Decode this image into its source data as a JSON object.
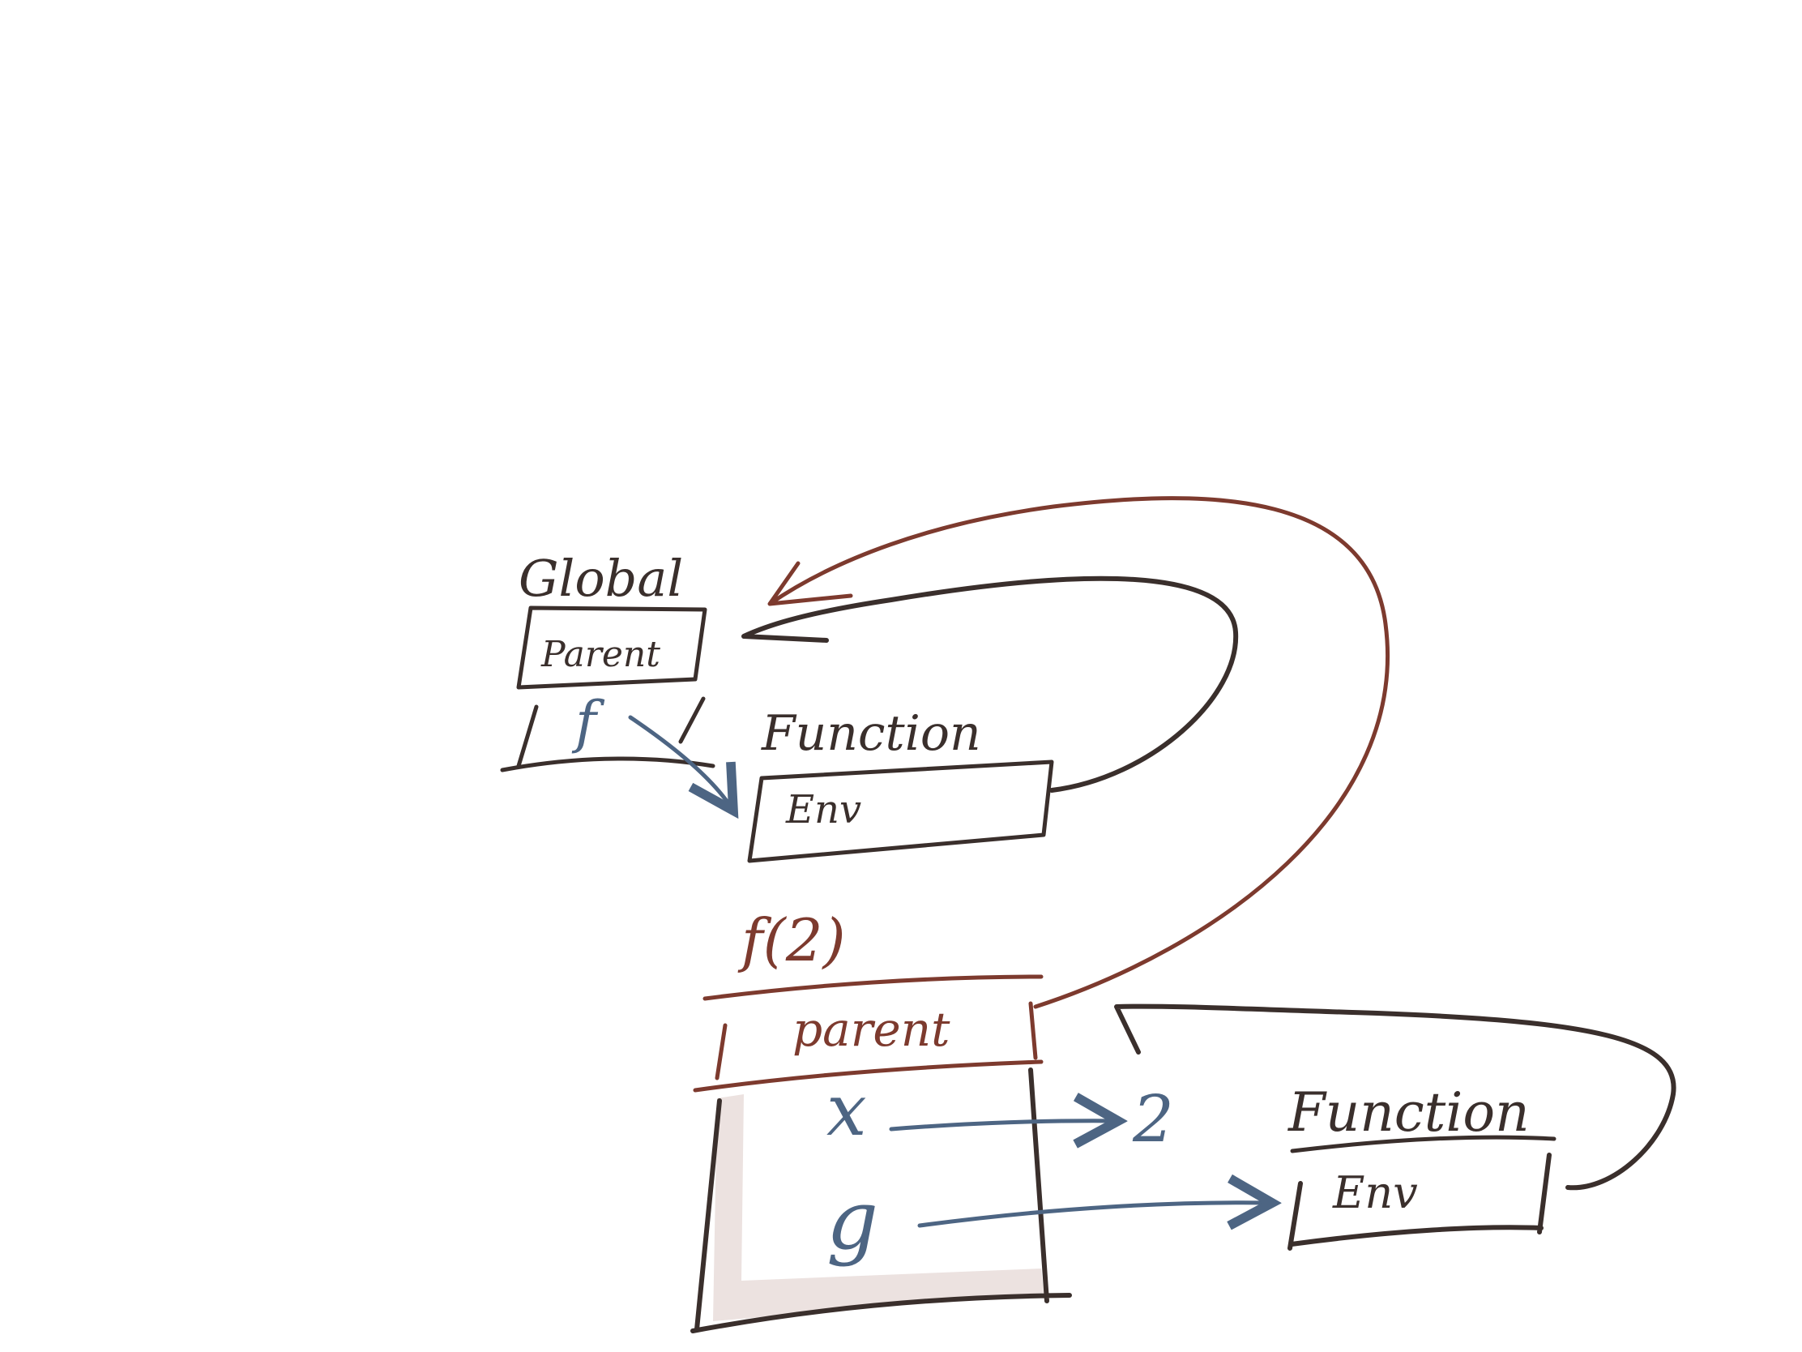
{
  "colors": {
    "background": "#ffffff",
    "ink_dark": "#3a2f2c",
    "ink_red": "#7d3a2e",
    "ink_blue": "#4d6583",
    "shade": "#dccbc7"
  },
  "global_frame": {
    "title": "Global",
    "parent_label": "Parent",
    "binding_name": "f"
  },
  "function_object_1": {
    "title": "Function",
    "env_label": "Env"
  },
  "call_frame": {
    "title": "f(2)",
    "parent_label": "parent",
    "bindings": [
      {
        "name": "x",
        "value": "2"
      },
      {
        "name": "g",
        "value": ""
      }
    ]
  },
  "function_object_2": {
    "title": "Function",
    "env_label": "Env"
  }
}
